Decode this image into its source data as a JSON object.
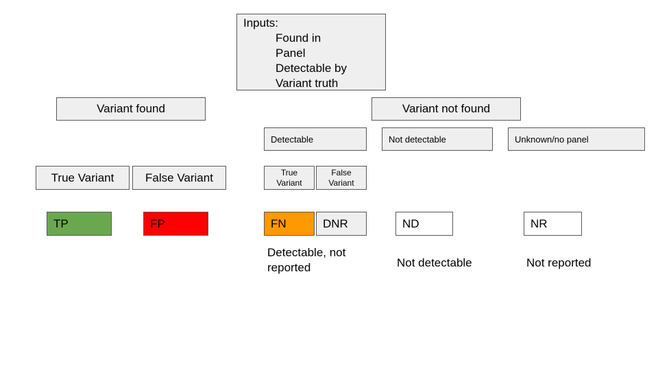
{
  "inputs": {
    "title": "Inputs:",
    "items": [
      "Found in",
      "Panel",
      "Detectable by",
      "Variant truth"
    ]
  },
  "branches": {
    "found": "Variant found",
    "not_found": "Variant not found"
  },
  "detectability": {
    "detectable": "Detectable",
    "not_detectable": "Not detectable",
    "unknown": "Unknown/no panel"
  },
  "truth": {
    "found_true": "True Variant",
    "found_false": "False Variant",
    "detectable_true_line1": "True",
    "detectable_true_line2": "Variant",
    "detectable_false_line1": "False",
    "detectable_false_line2": "Variant"
  },
  "outcomes": {
    "tp": {
      "label": "TP",
      "color": "#6aa84f"
    },
    "fp": {
      "label": "FP",
      "color": "#ff0000"
    },
    "fn": {
      "label": "FN",
      "color": "#ff9900"
    },
    "dnr": {
      "label": "DNR",
      "color": "#efefef"
    },
    "nd": {
      "label": "ND",
      "color": "#ffffff"
    },
    "nr": {
      "label": "NR",
      "color": "#ffffff"
    }
  },
  "descriptions": {
    "detectable_line1": "Detectable, not",
    "detectable_line2": "reported",
    "not_detectable": "Not detectable",
    "not_reported": "Not reported"
  }
}
